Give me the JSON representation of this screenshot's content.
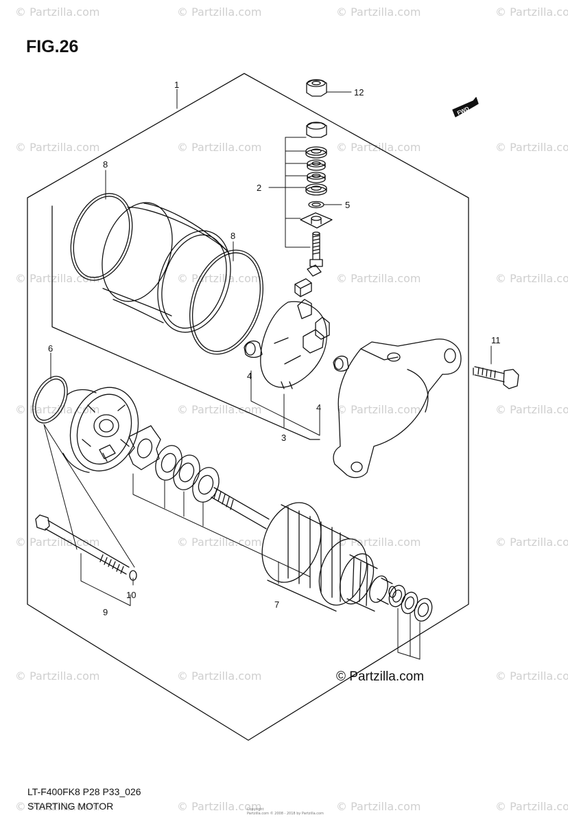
{
  "figure": {
    "title": "FIG.26",
    "model_code": "LT-F400FK8 P28 P33_026",
    "section_name": "STARTING MOTOR",
    "copyright_mark": "© Partzilla.com",
    "watermark_text": "© Partzilla.com",
    "fine_print": [
      "Copyright",
      "Partzilla.com © 2008 - 2018 by Partzilla.com"
    ],
    "forward_label": "FWD"
  },
  "callouts": [
    "1",
    "2",
    "3",
    "4",
    "4",
    "5",
    "6",
    "7",
    "8",
    "8",
    "9",
    "10",
    "11",
    "12"
  ],
  "colors": {
    "line": "#111111",
    "watermark": "#cfcfcf",
    "background": "#ffffff"
  }
}
